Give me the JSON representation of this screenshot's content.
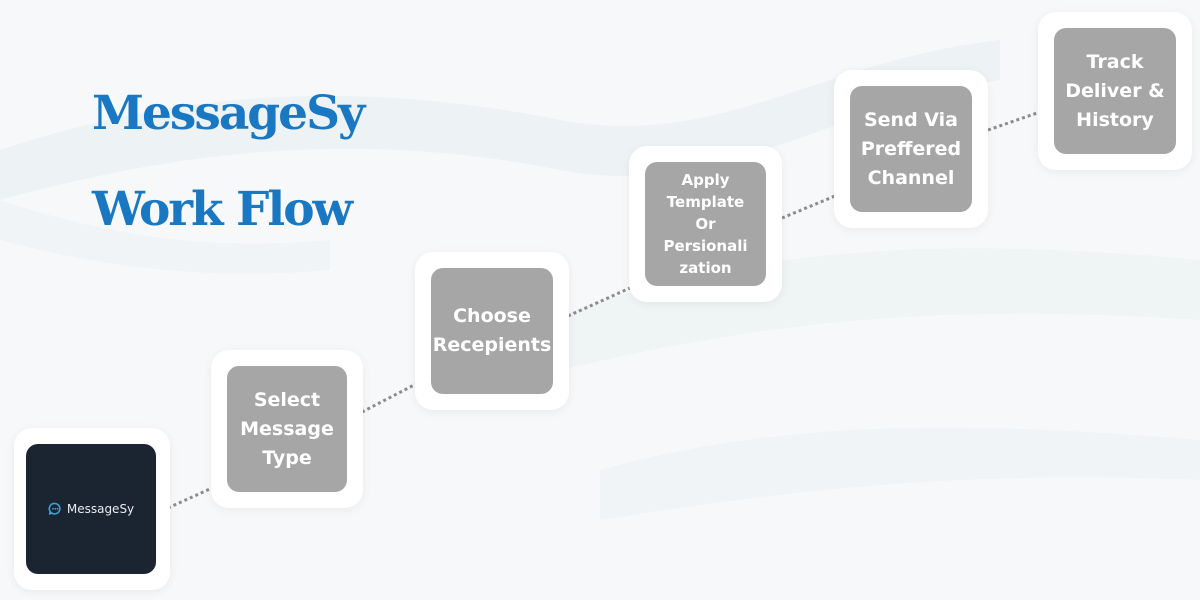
{
  "title": {
    "line1": "MessageSy",
    "line2": "Work Flow"
  },
  "logo": {
    "icon": "chat-bubble-icon",
    "text": "MessageSy"
  },
  "steps": [
    {
      "label": "Select\nMessage\nType"
    },
    {
      "label": "Choose\nRecepients"
    },
    {
      "label": "Apply\nTemplate\nOr\nPersionali\nzation"
    },
    {
      "label": "Send Via\nPreffered\nChannel"
    },
    {
      "label": "Track\nDeliver &\nHistory"
    }
  ],
  "colors": {
    "title": "#1a78c2",
    "step_fill": "#a6a6a6",
    "logo_tile": "#1b2431",
    "logo_icon": "#3aa0d8",
    "connector": "#8c8c8c"
  }
}
